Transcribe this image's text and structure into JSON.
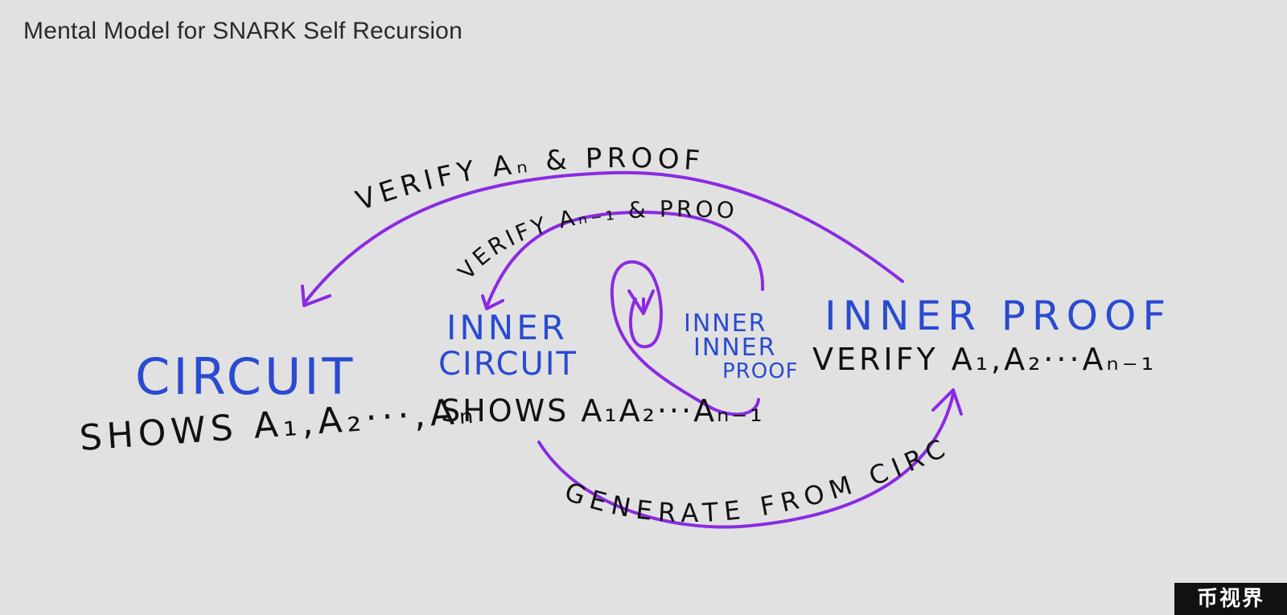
{
  "title": "Mental Model for SNARK Self Recursion",
  "colors": {
    "background": "#e1e1e1",
    "arrow": "#8a2be2",
    "blue_ink": "#2a4bd0",
    "black_ink": "#111111"
  },
  "nodes": {
    "circuit_title": "CIRCUIT",
    "circuit_desc": "SHOWS A₁,A₂···,Aₙ",
    "inner_circuit_line1": "INNER",
    "inner_circuit_line2": "CIRCUIT",
    "inner_circuit_desc": "SHOWS A₁A₂···Aₙ₋₁",
    "inner_inner_proof_line1": "INNER",
    "inner_inner_proof_line2": "INNER",
    "inner_inner_proof_line3": "PROOF",
    "inner_proof_title": "INNER PROOF",
    "inner_proof_desc": "VERIFY A₁,A₂···Aₙ₋₁"
  },
  "edges": {
    "outer_top": "VERIFY Aₙ & PROOF",
    "inner_top": "VERIFY Aₙ₋₁ & PROOF",
    "bottom": "GENERATE FROM CIRCUIT"
  },
  "watermark": "币视界"
}
